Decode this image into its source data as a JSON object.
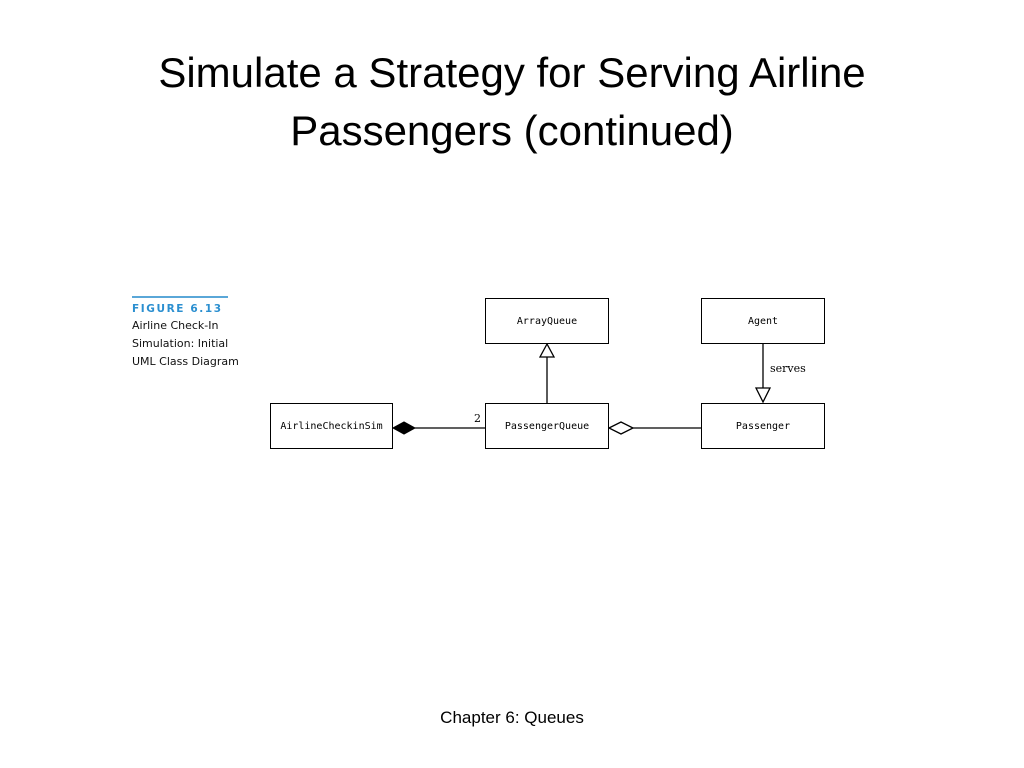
{
  "slide": {
    "title_line1": "Simulate a Strategy for Serving Airline",
    "title_line2": "Passengers (continued)",
    "footer": "Chapter 6: Queues"
  },
  "figure_caption": {
    "label": "FIGURE 6.13",
    "lines": [
      "Airline Check-In",
      "Simulation: Initial",
      "UML Class Diagram"
    ]
  },
  "diagram": {
    "classes": {
      "array_queue": "ArrayQueue",
      "agent": "Agent",
      "airline_checkin_sim": "AirlineCheckinSim",
      "passenger_queue": "PassengerQueue",
      "passenger": "Passenger"
    },
    "relationships": [
      {
        "from": "PassengerQueue",
        "to": "ArrayQueue",
        "kind": "generalization"
      },
      {
        "from": "AirlineCheckinSim",
        "to": "PassengerQueue",
        "kind": "composition",
        "multiplicity": "2"
      },
      {
        "from": "PassengerQueue",
        "to": "Passenger",
        "kind": "aggregation"
      },
      {
        "from": "Agent",
        "to": "Passenger",
        "kind": "association",
        "label": "serves"
      }
    ],
    "multiplicity_label": "2",
    "association_label": "serves"
  },
  "colors": {
    "caption_accent": "#2b8fd0",
    "caption_rule": "#5aa7d8"
  }
}
